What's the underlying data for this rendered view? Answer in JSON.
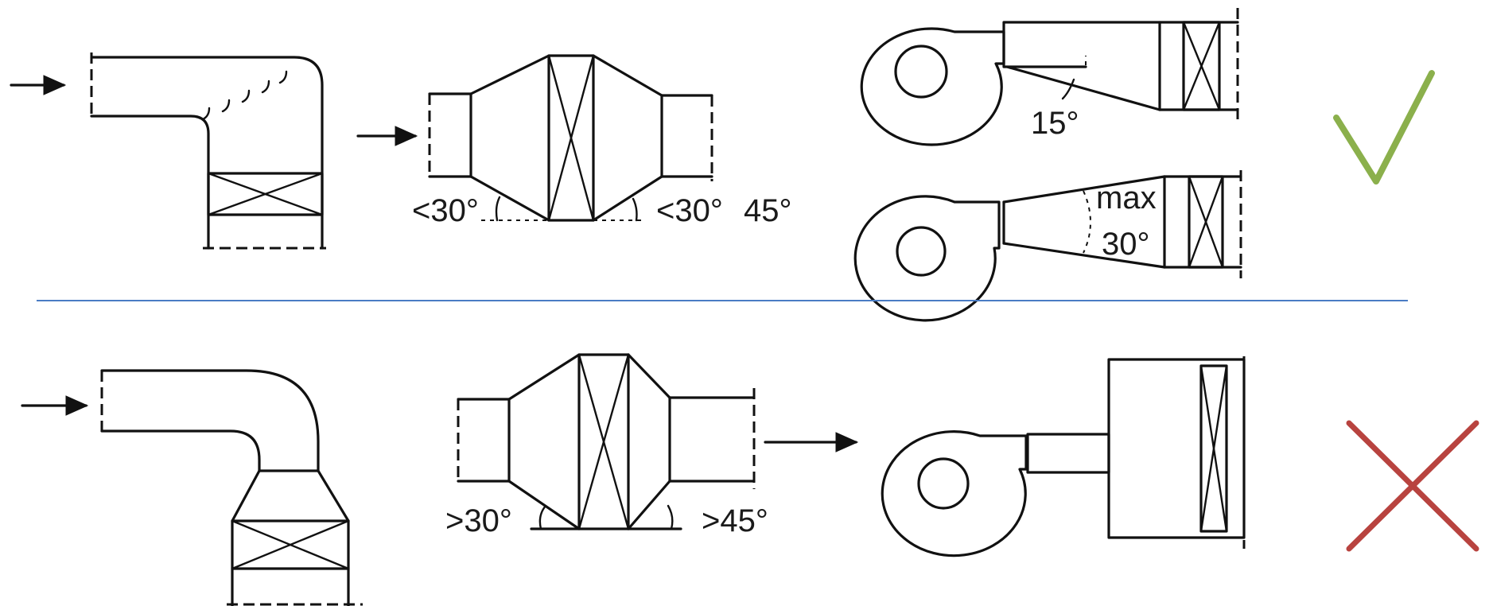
{
  "labels": {
    "good_straight_lt30_left": "<30°",
    "good_straight_lt30_right": "<30°",
    "good_straight_45": "45°",
    "good_fan_15": "15°",
    "good_fan_max": "max",
    "good_fan_30": "30°",
    "bad_straight_gt30": ">30°",
    "bad_straight_gt45": ">45°"
  },
  "icons": {
    "good": "check-icon",
    "bad": "cross-icon"
  },
  "colors": {
    "divider": "#4a7cc4",
    "check": "#8bb04c",
    "cross": "#b8433f",
    "line": "#111111"
  }
}
